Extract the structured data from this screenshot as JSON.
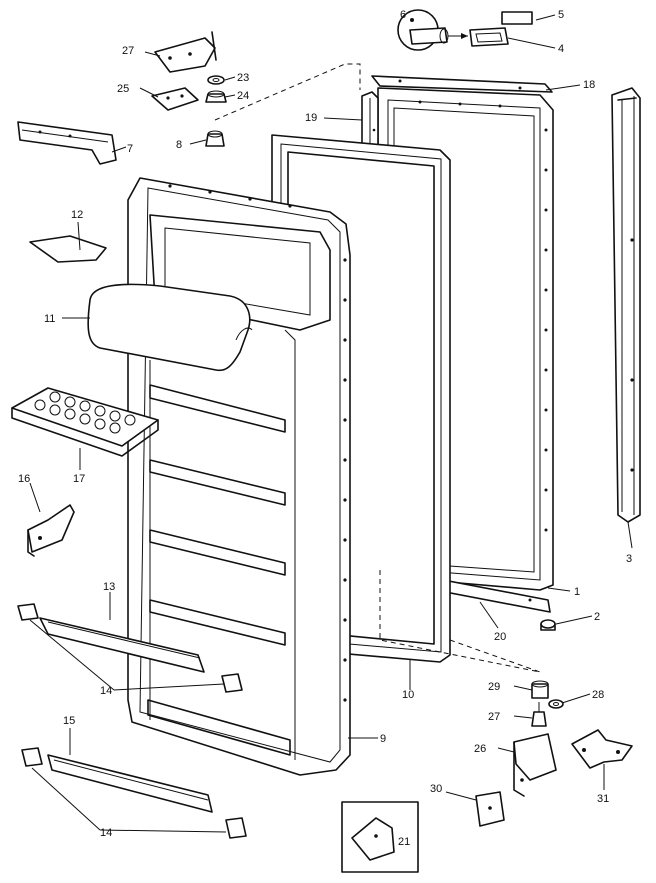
{
  "callouts": {
    "c1": "1",
    "c2": "2",
    "c3": "3",
    "c4": "4",
    "c5": "5",
    "c6": "6",
    "c7": "7",
    "c8": "8",
    "c9": "9",
    "c10": "10",
    "c11": "11",
    "c12": "12",
    "c13": "13",
    "c14a": "14",
    "c14b": "14",
    "c15": "15",
    "c16": "16",
    "c17": "17",
    "c18": "18",
    "c19": "19",
    "c20": "20",
    "c21": "21",
    "c23": "23",
    "c24": "24",
    "c25": "25",
    "c26": "26",
    "c27a": "27",
    "c27b": "27",
    "c28": "28",
    "c29": "29",
    "c30": "30",
    "c31": "31"
  }
}
